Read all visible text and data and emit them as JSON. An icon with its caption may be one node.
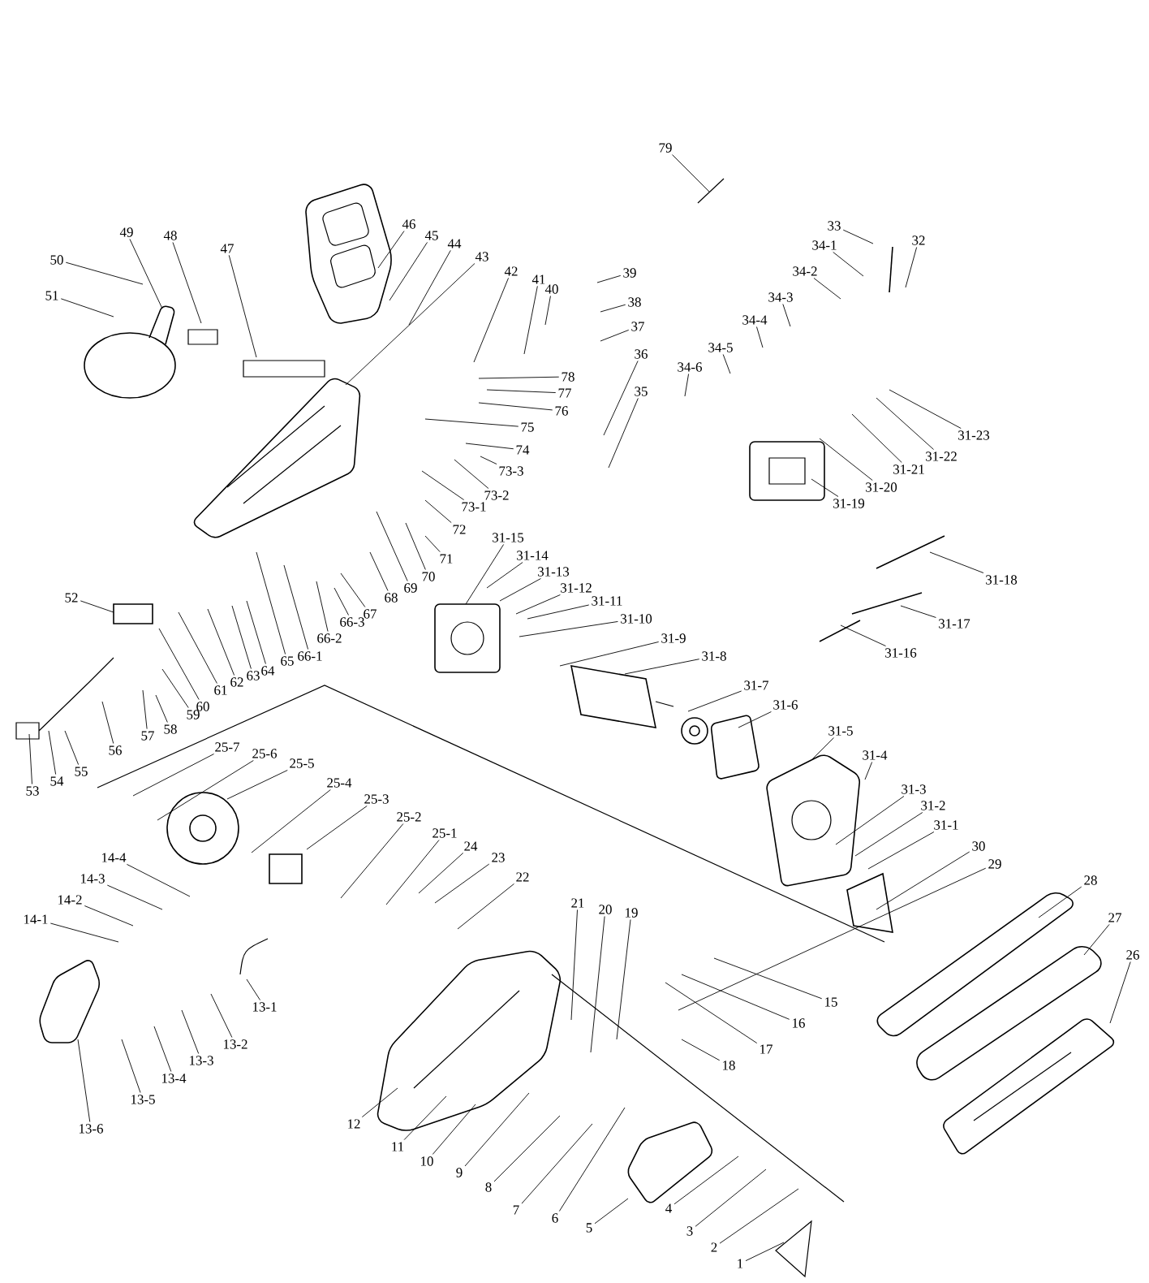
{
  "diagram": {
    "nodes": [
      {
        "text": [
          "79"
        ]
      },
      {
        "text": [
          "33"
        ]
      },
      {
        "text": [
          "32"
        ]
      },
      {
        "text": [
          "34-1"
        ]
      },
      {
        "text": [
          "34-2"
        ]
      },
      {
        "text": [
          "34-3"
        ]
      },
      {
        "text": [
          "34-4"
        ]
      },
      {
        "text": [
          "34-5"
        ]
      },
      {
        "text": [
          "34-6"
        ]
      },
      {
        "text": [
          "49"
        ]
      },
      {
        "text": [
          "48"
        ]
      },
      {
        "text": [
          "47"
        ]
      },
      {
        "text": [
          "50"
        ]
      },
      {
        "text": [
          "51"
        ]
      },
      {
        "text": [
          "46"
        ]
      },
      {
        "text": [
          "45"
        ]
      },
      {
        "text": [
          "44"
        ]
      },
      {
        "text": [
          "43"
        ]
      },
      {
        "text": [
          "42"
        ]
      },
      {
        "text": [
          "41"
        ]
      },
      {
        "text": [
          "40"
        ]
      },
      {
        "text": [
          "39"
        ]
      },
      {
        "text": [
          "38"
        ]
      },
      {
        "text": [
          "37"
        ]
      },
      {
        "text": [
          "36"
        ]
      },
      {
        "text": [
          "35"
        ]
      },
      {
        "text": [
          "78"
        ]
      },
      {
        "text": [
          "77"
        ]
      },
      {
        "text": [
          "76"
        ]
      },
      {
        "text": [
          "75"
        ]
      },
      {
        "text": [
          "74"
        ]
      },
      {
        "text": [
          "73-3"
        ]
      },
      {
        "text": [
          "73-2"
        ]
      },
      {
        "text": [
          "73-1"
        ]
      },
      {
        "text": [
          "72"
        ]
      },
      {
        "text": [
          "71"
        ]
      },
      {
        "text": [
          "70"
        ]
      },
      {
        "text": [
          "69"
        ]
      },
      {
        "text": [
          "68"
        ]
      },
      {
        "text": [
          "67"
        ]
      },
      {
        "text": [
          "66-3"
        ]
      },
      {
        "text": [
          "66-2"
        ]
      },
      {
        "text": [
          "66-1"
        ]
      },
      {
        "text": [
          "65"
        ]
      },
      {
        "text": [
          "64"
        ]
      },
      {
        "text": [
          "63"
        ]
      },
      {
        "text": [
          "62"
        ]
      },
      {
        "text": [
          "61"
        ]
      },
      {
        "text": [
          "60"
        ]
      },
      {
        "text": [
          "59"
        ]
      },
      {
        "text": [
          "58"
        ]
      },
      {
        "text": [
          "57"
        ]
      },
      {
        "text": [
          "56"
        ]
      },
      {
        "text": [
          "55"
        ]
      },
      {
        "text": [
          "54"
        ]
      },
      {
        "text": [
          "53"
        ]
      },
      {
        "text": [
          "52"
        ]
      },
      {
        "text": [
          "31-23"
        ]
      },
      {
        "text": [
          "31-22"
        ]
      },
      {
        "text": [
          "31-21"
        ]
      },
      {
        "text": [
          "31-20"
        ]
      },
      {
        "text": [
          "31-19"
        ]
      },
      {
        "text": [
          "31-18"
        ]
      },
      {
        "text": [
          "31-17"
        ]
      },
      {
        "text": [
          "31-16"
        ]
      },
      {
        "text": [
          "31-15"
        ]
      },
      {
        "text": [
          "31-14"
        ]
      },
      {
        "text": [
          "31-13"
        ]
      },
      {
        "text": [
          "31-12"
        ]
      },
      {
        "text": [
          "31-11"
        ]
      },
      {
        "text": [
          "31-10"
        ]
      },
      {
        "text": [
          "31-9"
        ]
      },
      {
        "text": [
          "31-8"
        ]
      },
      {
        "text": [
          "31-7"
        ]
      },
      {
        "text": [
          "31-6"
        ]
      },
      {
        "text": [
          "31-5"
        ]
      },
      {
        "text": [
          "31-4"
        ]
      },
      {
        "text": [
          "31-3"
        ]
      },
      {
        "text": [
          "31-2"
        ]
      },
      {
        "text": [
          "31-1"
        ]
      },
      {
        "text": [
          "30"
        ]
      },
      {
        "text": [
          "29"
        ]
      },
      {
        "text": [
          "28"
        ]
      },
      {
        "text": [
          "27"
        ]
      },
      {
        "text": [
          "26"
        ]
      },
      {
        "text": [
          "25-7"
        ]
      },
      {
        "text": [
          "25-6"
        ]
      },
      {
        "text": [
          "25-5"
        ]
      },
      {
        "text": [
          "25-4"
        ]
      },
      {
        "text": [
          "25-3"
        ]
      },
      {
        "text": [
          "25-2"
        ]
      },
      {
        "text": [
          "25-1"
        ]
      },
      {
        "text": [
          "24"
        ]
      },
      {
        "text": [
          "23"
        ]
      },
      {
        "text": [
          "22"
        ]
      },
      {
        "text": [
          "14-4"
        ]
      },
      {
        "text": [
          "14-3"
        ]
      },
      {
        "text": [
          "14-2"
        ]
      },
      {
        "text": [
          "14-1"
        ]
      },
      {
        "text": [
          "21"
        ]
      },
      {
        "text": [
          "20"
        ]
      },
      {
        "text": [
          "19"
        ]
      },
      {
        "text": [
          "15"
        ]
      },
      {
        "text": [
          "16"
        ]
      },
      {
        "text": [
          "17"
        ]
      },
      {
        "text": [
          "18"
        ]
      },
      {
        "text": [
          "13-1"
        ]
      },
      {
        "text": [
          "13-2"
        ]
      },
      {
        "text": [
          "13-3"
        ]
      },
      {
        "text": [
          "13-4"
        ]
      },
      {
        "text": [
          "13-5"
        ]
      },
      {
        "text": [
          "13-6"
        ]
      },
      {
        "text": [
          "12"
        ]
      },
      {
        "text": [
          "11"
        ]
      },
      {
        "text": [
          "10"
        ]
      },
      {
        "text": [
          "9"
        ]
      },
      {
        "text": [
          "8"
        ]
      },
      {
        "text": [
          "7"
        ]
      },
      {
        "text": [
          "6"
        ]
      },
      {
        "text": [
          "5"
        ]
      },
      {
        "text": [
          "4"
        ]
      },
      {
        "text": [
          "3"
        ]
      },
      {
        "text": [
          "2"
        ]
      },
      {
        "text": [
          "1"
        ]
      }
    ],
    "edges": [
      {
        "from": 0,
        "to": null,
        "arrow": "none"
      },
      {
        "from": 1,
        "to": null,
        "arrow": "none"
      },
      {
        "from": 2,
        "to": null,
        "arrow": "none"
      },
      {
        "from": 3,
        "to": null,
        "arrow": "none"
      },
      {
        "from": 4,
        "to": null,
        "arrow": "none"
      },
      {
        "from": 5,
        "to": null,
        "arrow": "none"
      },
      {
        "from": 6,
        "to": null,
        "arrow": "none"
      },
      {
        "from": 7,
        "to": null,
        "arrow": "none"
      },
      {
        "from": 8,
        "to": null,
        "arrow": "none"
      },
      {
        "from": 9,
        "to": null,
        "arrow": "none"
      },
      {
        "from": 10,
        "to": null,
        "arrow": "none"
      },
      {
        "from": 11,
        "to": null,
        "arrow": "none"
      },
      {
        "from": 12,
        "to": null,
        "arrow": "none"
      },
      {
        "from": 13,
        "to": null,
        "arrow": "none"
      },
      {
        "from": 14,
        "to": null,
        "arrow": "none"
      },
      {
        "from": 15,
        "to": null,
        "arrow": "none"
      },
      {
        "from": 16,
        "to": null,
        "arrow": "none"
      },
      {
        "from": 17,
        "to": null,
        "arrow": "none"
      },
      {
        "from": 18,
        "to": null,
        "arrow": "none"
      },
      {
        "from": 19,
        "to": null,
        "arrow": "none"
      },
      {
        "from": 20,
        "to": null,
        "arrow": "none"
      },
      {
        "from": 21,
        "to": null,
        "arrow": "none"
      },
      {
        "from": 22,
        "to": null,
        "arrow": "none"
      },
      {
        "from": 23,
        "to": null,
        "arrow": "none"
      },
      {
        "from": 24,
        "to": null,
        "arrow": "none"
      },
      {
        "from": 25,
        "to": null,
        "arrow": "none"
      },
      {
        "from": 26,
        "to": null,
        "arrow": "none"
      },
      {
        "from": 27,
        "to": null,
        "arrow": "none"
      },
      {
        "from": 28,
        "to": null,
        "arrow": "none"
      },
      {
        "from": 29,
        "to": null,
        "arrow": "none"
      },
      {
        "from": 30,
        "to": null,
        "arrow": "none"
      },
      {
        "from": 31,
        "to": null,
        "arrow": "none"
      },
      {
        "from": 32,
        "to": null,
        "arrow": "none"
      },
      {
        "from": 33,
        "to": null,
        "arrow": "none"
      },
      {
        "from": 34,
        "to": null,
        "arrow": "none"
      },
      {
        "from": 35,
        "to": null,
        "arrow": "none"
      },
      {
        "from": 36,
        "to": null,
        "arrow": "none"
      },
      {
        "from": 37,
        "to": null,
        "arrow": "none"
      },
      {
        "from": 38,
        "to": null,
        "arrow": "none"
      },
      {
        "from": 39,
        "to": null,
        "arrow": "none"
      },
      {
        "from": 40,
        "to": null,
        "arrow": "none"
      },
      {
        "from": 41,
        "to": null,
        "arrow": "none"
      },
      {
        "from": 42,
        "to": null,
        "arrow": "none"
      },
      {
        "from": 43,
        "to": null,
        "arrow": "none"
      },
      {
        "from": 44,
        "to": null,
        "arrow": "none"
      },
      {
        "from": 45,
        "to": null,
        "arrow": "none"
      },
      {
        "from": 46,
        "to": null,
        "arrow": "none"
      },
      {
        "from": 47,
        "to": null,
        "arrow": "none"
      },
      {
        "from": 48,
        "to": null,
        "arrow": "none"
      },
      {
        "from": 49,
        "to": null,
        "arrow": "none"
      },
      {
        "from": 50,
        "to": null,
        "arrow": "none"
      },
      {
        "from": 51,
        "to": null,
        "arrow": "none"
      },
      {
        "from": 52,
        "to": null,
        "arrow": "none"
      },
      {
        "from": 53,
        "to": null,
        "arrow": "none"
      },
      {
        "from": 54,
        "to": null,
        "arrow": "none"
      },
      {
        "from": 55,
        "to": null,
        "arrow": "none"
      },
      {
        "from": 56,
        "to": null,
        "arrow": "none"
      },
      {
        "from": 57,
        "to": null,
        "arrow": "none"
      },
      {
        "from": 58,
        "to": null,
        "arrow": "none"
      },
      {
        "from": 59,
        "to": null,
        "arrow": "none"
      },
      {
        "from": 60,
        "to": null,
        "arrow": "none"
      },
      {
        "from": 61,
        "to": null,
        "arrow": "none"
      },
      {
        "from": 62,
        "to": null,
        "arrow": "none"
      },
      {
        "from": 63,
        "to": null,
        "arrow": "none"
      },
      {
        "from": 64,
        "to": null,
        "arrow": "none"
      },
      {
        "from": 65,
        "to": null,
        "arrow": "none"
      },
      {
        "from": 66,
        "to": null,
        "arrow": "none"
      },
      {
        "from": 67,
        "to": null,
        "arrow": "none"
      },
      {
        "from": 68,
        "to": null,
        "arrow": "none"
      },
      {
        "from": 69,
        "to": null,
        "arrow": "none"
      },
      {
        "from": 70,
        "to": null,
        "arrow": "none"
      },
      {
        "from": 71,
        "to": null,
        "arrow": "none"
      },
      {
        "from": 72,
        "to": null,
        "arrow": "none"
      },
      {
        "from": 73,
        "to": null,
        "arrow": "none"
      },
      {
        "from": 74,
        "to": null,
        "arrow": "none"
      },
      {
        "from": 75,
        "to": null,
        "arrow": "none"
      },
      {
        "from": 76,
        "to": null,
        "arrow": "none"
      },
      {
        "from": 77,
        "to": null,
        "arrow": "none"
      },
      {
        "from": 78,
        "to": null,
        "arrow": "none"
      },
      {
        "from": 79,
        "to": null,
        "arrow": "none"
      },
      {
        "from": 80,
        "to": null,
        "arrow": "none"
      },
      {
        "from": 81,
        "to": null,
        "arrow": "none"
      },
      {
        "from": 82,
        "to": null,
        "arrow": "none"
      },
      {
        "from": 83,
        "to": null,
        "arrow": "none"
      },
      {
        "from": 84,
        "to": null,
        "arrow": "none"
      },
      {
        "from": 85,
        "to": null,
        "arrow": "none"
      },
      {
        "from": 86,
        "to": null,
        "arrow": "none"
      },
      {
        "from": 87,
        "to": null,
        "arrow": "none"
      },
      {
        "from": 88,
        "to": null,
        "arrow": "none"
      },
      {
        "from": 89,
        "to": null,
        "arrow": "none"
      },
      {
        "from": 90,
        "to": null,
        "arrow": "none"
      },
      {
        "from": 91,
        "to": null,
        "arrow": "none"
      },
      {
        "from": 92,
        "to": null,
        "arrow": "none"
      },
      {
        "from": 93,
        "to": null,
        "arrow": "none"
      },
      {
        "from": 94,
        "to": null,
        "arrow": "none"
      },
      {
        "from": 95,
        "to": null,
        "arrow": "none"
      },
      {
        "from": 96,
        "to": null,
        "arrow": "none"
      },
      {
        "from": 97,
        "to": null,
        "arrow": "none"
      },
      {
        "from": 98,
        "to": null,
        "arrow": "none"
      },
      {
        "from": 99,
        "to": null,
        "arrow": "none"
      },
      {
        "from": 100,
        "to": null,
        "arrow": "none"
      },
      {
        "from": 101,
        "to": null,
        "arrow": "none"
      },
      {
        "from": 102,
        "to": null,
        "arrow": "none"
      },
      {
        "from": 103,
        "to": null,
        "arrow": "none"
      },
      {
        "from": 104,
        "to": null,
        "arrow": "none"
      },
      {
        "from": 105,
        "to": null,
        "arrow": "none"
      },
      {
        "from": 106,
        "to": null,
        "arrow": "none"
      },
      {
        "from": 107,
        "to": null,
        "arrow": "none"
      },
      {
        "from": 108,
        "to": null,
        "arrow": "none"
      },
      {
        "from": 109,
        "to": null,
        "arrow": "none"
      },
      {
        "from": 110,
        "to": null,
        "arrow": "none"
      },
      {
        "from": 111,
        "to": null,
        "arrow": "none"
      },
      {
        "from": 112,
        "to": null,
        "arrow": "none"
      },
      {
        "from": 113,
        "to": null,
        "arrow": "none"
      },
      {
        "from": 114,
        "to": null,
        "arrow": "none"
      },
      {
        "from": 115,
        "to": null,
        "arrow": "none"
      },
      {
        "from": 116,
        "to": null,
        "arrow": "none"
      },
      {
        "from": 117,
        "to": null,
        "arrow": "none"
      },
      {
        "from": 118,
        "to": null,
        "arrow": "none"
      },
      {
        "from": 119,
        "to": null,
        "arrow": "none"
      },
      {
        "from": 120,
        "to": null,
        "arrow": "none"
      },
      {
        "from": 121,
        "to": null,
        "arrow": "none"
      },
      {
        "from": 122,
        "to": null,
        "arrow": "none"
      },
      {
        "from": 123,
        "to": null,
        "arrow": "none"
      }
    ]
  }
}
